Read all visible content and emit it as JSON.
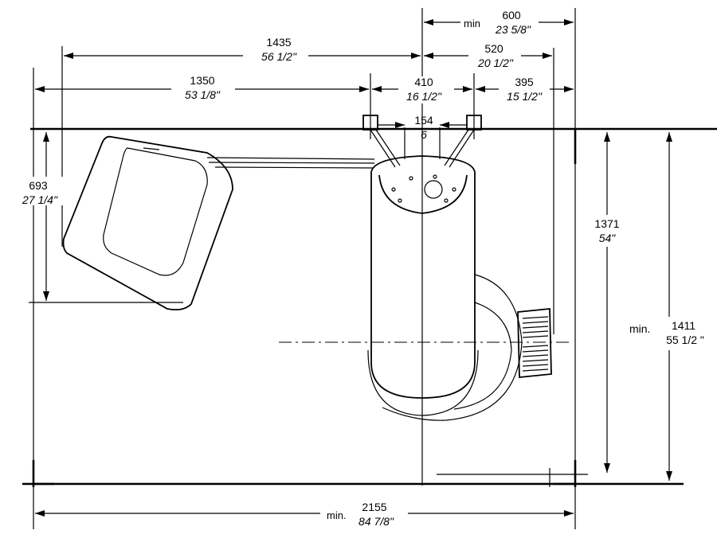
{
  "dimensions": {
    "d1435": {
      "mm": "1435",
      "inch": "56 1/2\""
    },
    "d1350": {
      "mm": "1350",
      "inch": "53 1/8\""
    },
    "d600": {
      "prefix": "min",
      "mm": "600",
      "inch": "23 5/8\""
    },
    "d520": {
      "mm": "520",
      "inch": "20 1/2\""
    },
    "d410": {
      "mm": "410",
      "inch": "16 1/2\""
    },
    "d395": {
      "mm": "395",
      "inch": "15 1/2\""
    },
    "d154": {
      "mm": "154",
      "inch": "6"
    },
    "d693": {
      "mm": "693",
      "inch": "27 1/4\""
    },
    "d1371": {
      "mm": "1371",
      "inch": "54\""
    },
    "d1411": {
      "prefix": "min.",
      "mm": "1411",
      "inch": "55 1/2 \""
    },
    "d2155": {
      "prefix": "min.",
      "mm": "2155",
      "inch": "84 7/8\""
    }
  }
}
